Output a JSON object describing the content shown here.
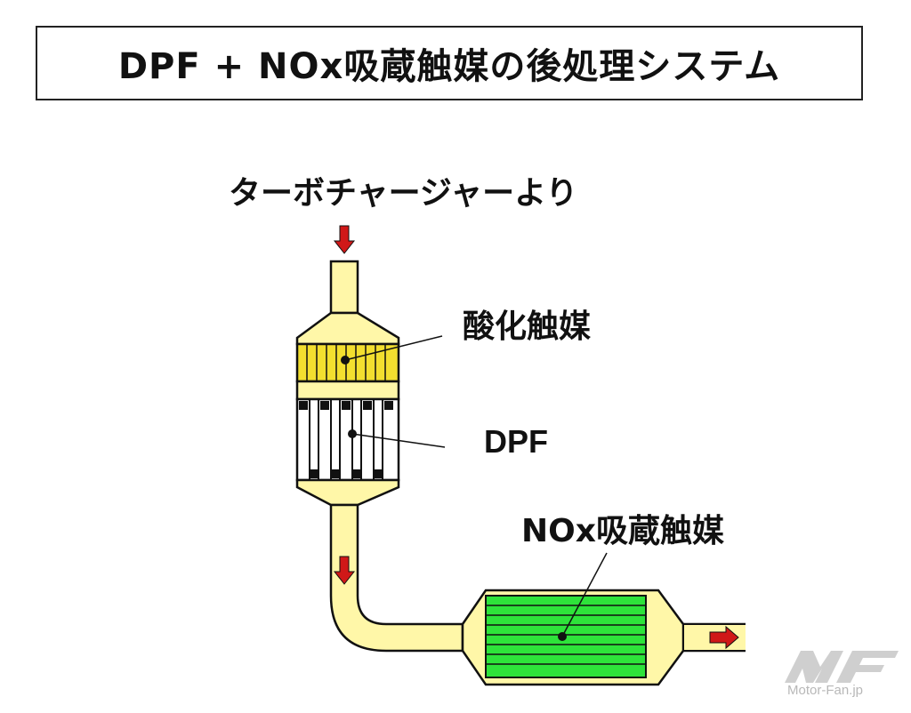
{
  "title": "DPF + NOx吸蔵触媒の後処理システム",
  "labels": {
    "source": "ターボチャージャーより",
    "oxidation_catalyst": "酸化触媒",
    "dpf": "DPF",
    "nox_catalyst": "NOx吸蔵触媒"
  },
  "watermark": {
    "logo": "MF",
    "text": "Motor-Fan.jp"
  },
  "colors": {
    "pipe": "#fff7a8",
    "oxidation_cells": "#f3df2f",
    "nox_cells": "#2ee33a",
    "flow_arrow": "#d01818",
    "outline": "#111111"
  }
}
